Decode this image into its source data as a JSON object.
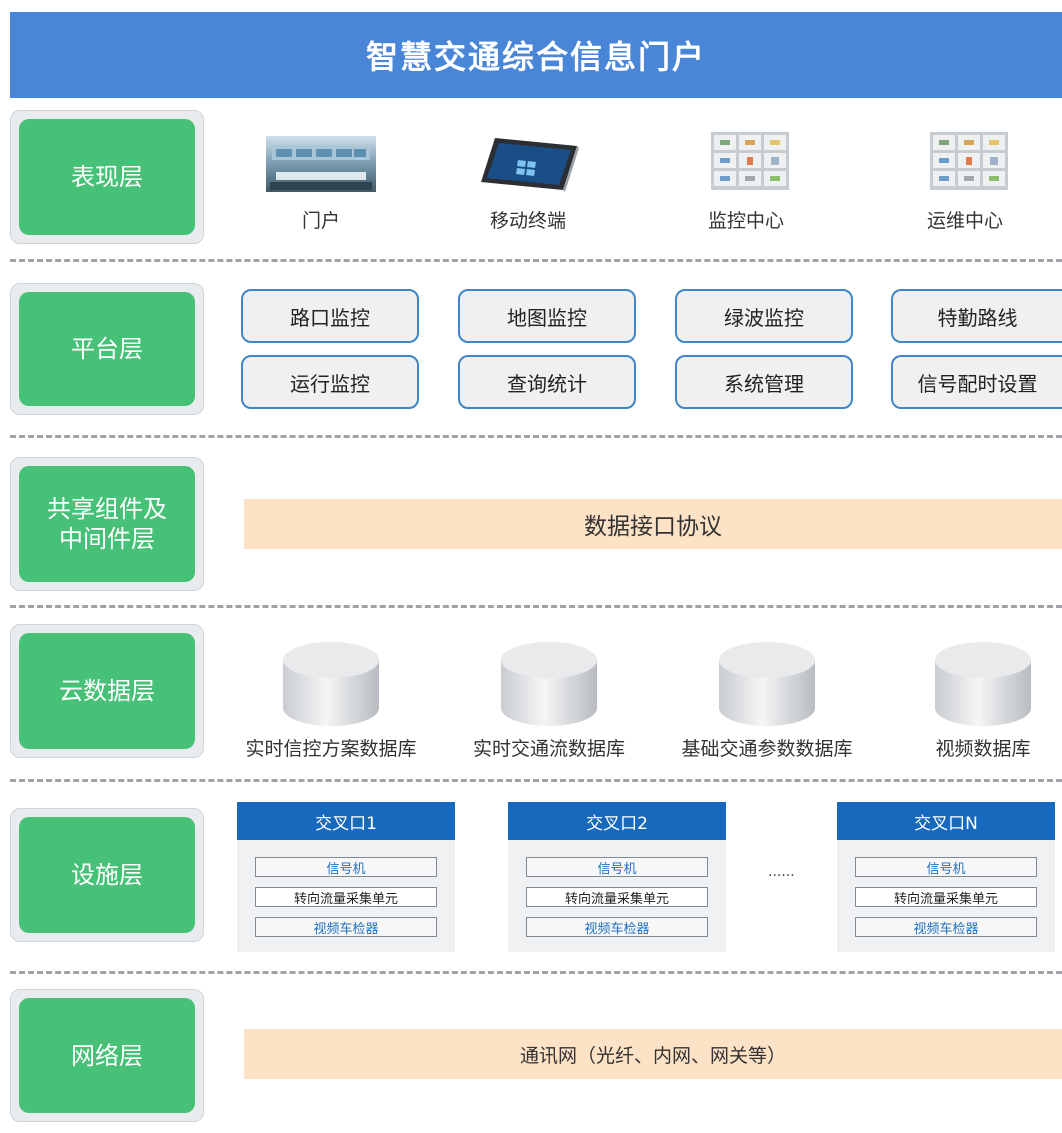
{
  "title": "智慧交通综合信息门户",
  "layers": {
    "presentation": "表现层",
    "platform": "平台层",
    "shared": "共享组件及中间件层",
    "cloud": "云数据层",
    "facility": "设施层",
    "network": "网络层"
  },
  "presentation_items": [
    "门户",
    "移动终端",
    "监控中心",
    "运维中心"
  ],
  "platform_items": [
    "路口监控",
    "地图监控",
    "绿波监控",
    "特勤路线",
    "运行监控",
    "查询统计",
    "系统管理",
    "信号配时设置"
  ],
  "shared_bar": "数据接口协议",
  "databases": [
    "实时信控方案数据库",
    "实时交通流数据库",
    "基础交通参数数据库",
    "视频数据库"
  ],
  "intersections": [
    {
      "name": "交叉口1",
      "devices": [
        "信号机",
        "转向流量采集单元",
        "视频车检器"
      ]
    },
    {
      "name": "交叉口2",
      "devices": [
        "信号机",
        "转向流量采集单元",
        "视频车检器"
      ]
    },
    {
      "name": "交叉口N",
      "devices": [
        "信号机",
        "转向流量采集单元",
        "视频车检器"
      ]
    }
  ],
  "ellipsis": "......",
  "network_bar": "通讯网（光纤、内网、网关等）"
}
